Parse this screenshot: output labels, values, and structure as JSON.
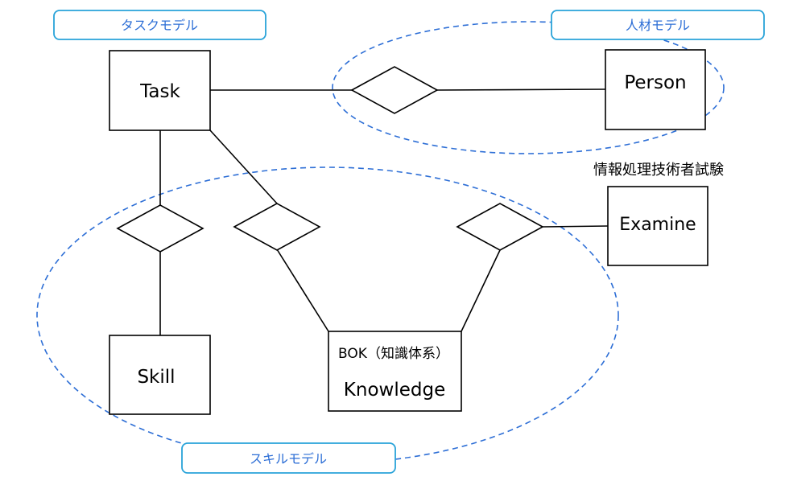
{
  "models": {
    "task_model": "タスクモデル",
    "person_model": "人材モデル",
    "skill_model": "スキルモデル"
  },
  "entities": {
    "task": "Task",
    "person": "Person",
    "skill": "Skill",
    "examine": "Examine",
    "bok_caption": "BOK（知識体系）",
    "knowledge": "Knowledge"
  },
  "annotations": {
    "exam_name": "情報処理技術者試験"
  },
  "colors": {
    "model_accent": "#2e6fd6",
    "tag_border": "#29a3d9",
    "line": "#000000"
  }
}
